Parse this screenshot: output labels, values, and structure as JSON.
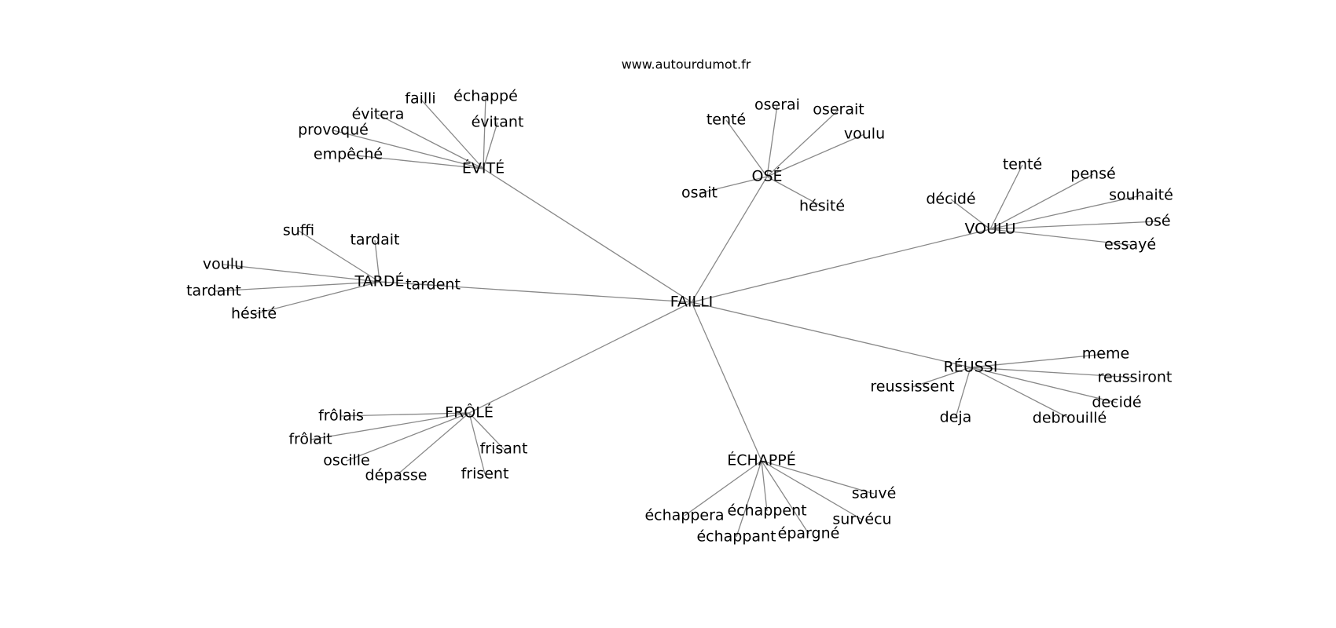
{
  "source_text": "www.autourdumot.fr",
  "colors": {
    "edge": "#888888",
    "text": "#000000",
    "background": "#ffffff"
  },
  "center": "FAILLI",
  "hubs": [
    {
      "id": "evite",
      "label": "ÉVITÉ",
      "words": [
        "failli",
        "échappé",
        "évitera",
        "évitant",
        "provoqué",
        "empêché"
      ]
    },
    {
      "id": "ose",
      "label": "OSÉ",
      "words": [
        "tenté",
        "oserai",
        "oserait",
        "voulu",
        "osait",
        "hésité"
      ]
    },
    {
      "id": "voulu",
      "label": "VOULU",
      "words": [
        "tenté",
        "pensé",
        "décidé",
        "souhaité",
        "osé",
        "essayé"
      ]
    },
    {
      "id": "tarde",
      "label": "TARDÉ",
      "words": [
        "suffi",
        "tardait",
        "voulu",
        "tardant",
        "tardent",
        "hésité"
      ]
    },
    {
      "id": "reussi",
      "label": "RÉUSSI",
      "words": [
        "meme",
        "reussissent",
        "reussiront",
        "decidé",
        "deja",
        "debrouillé"
      ]
    },
    {
      "id": "frole",
      "label": "FRÔLÉ",
      "words": [
        "frôlais",
        "frôlait",
        "frisant",
        "oscille",
        "dépasse",
        "frisent"
      ]
    },
    {
      "id": "echappe",
      "label": "ÉCHAPPÉ",
      "words": [
        "sauvé",
        "échappera",
        "échappent",
        "survécu",
        "échappant",
        "épargné"
      ]
    }
  ]
}
